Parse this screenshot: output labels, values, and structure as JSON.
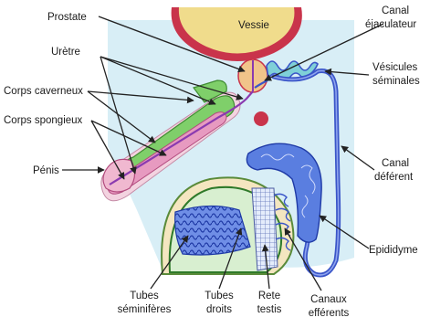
{
  "organs": {
    "vessie": "Vessie"
  },
  "labels": {
    "prostate": "Prostate",
    "uretre": "Urètre",
    "corps_caverneux": "Corps caverneux",
    "corps_spongieux": "Corps spongieux",
    "penis": "Pénis",
    "canal_ejaculateur_1": "Canal",
    "canal_ejaculateur_2": "éjaculateur",
    "vesicules_1": "Vésicules",
    "vesicules_2": "séminales",
    "canal_deferent_1": "Canal",
    "canal_deferent_2": "déférent",
    "epididyme": "Epididyme",
    "tubes_semi_1": "Tubes",
    "tubes_semi_2": "séminifères",
    "tubes_droits_1": "Tubes",
    "tubes_droits_2": "droits",
    "rete_1": "Rete",
    "rete_2": "testis",
    "canaux_1": "Canaux",
    "canaux_2": "efférents"
  },
  "colors": {
    "bladder_wall": "#c9344b",
    "bladder_fill": "#f0dc8c",
    "background_panel": "#d8eef6",
    "penis_skin": "#f3d3e0",
    "corpus_cavernosum": "#7fcf6a",
    "urethra": "#8a3ab0",
    "vas_deferens": "#3a55c8",
    "testis_tubules": "#4668d8",
    "seminal_vesicle": "#7fd0d8",
    "scrotum_layer": "#f4e6c0"
  }
}
